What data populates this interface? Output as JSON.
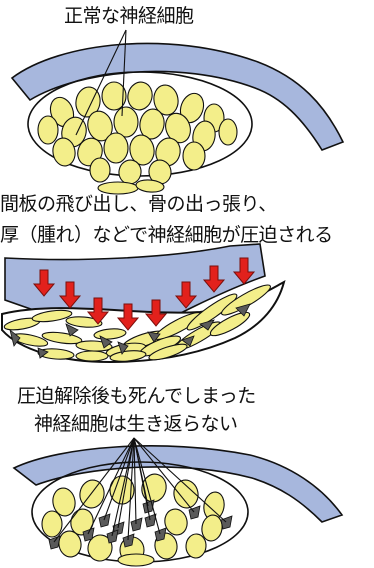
{
  "labels": {
    "normal_neurons": "正常な神経細胞",
    "compression_line1": "間板の飛び出し、骨の出っ張り、",
    "compression_line2": "厚（腫れ）などで神経細胞が圧迫される",
    "dead_line1": "圧迫解除後も死んでしまった",
    "dead_line2": "神経細胞は生き返らない"
  },
  "colors": {
    "sheath": "#a7b7dd",
    "neuron": "#f3ee8a",
    "dead_cell": "#5a5a5a",
    "arrow": "#e2211c",
    "outline": "#111111"
  }
}
